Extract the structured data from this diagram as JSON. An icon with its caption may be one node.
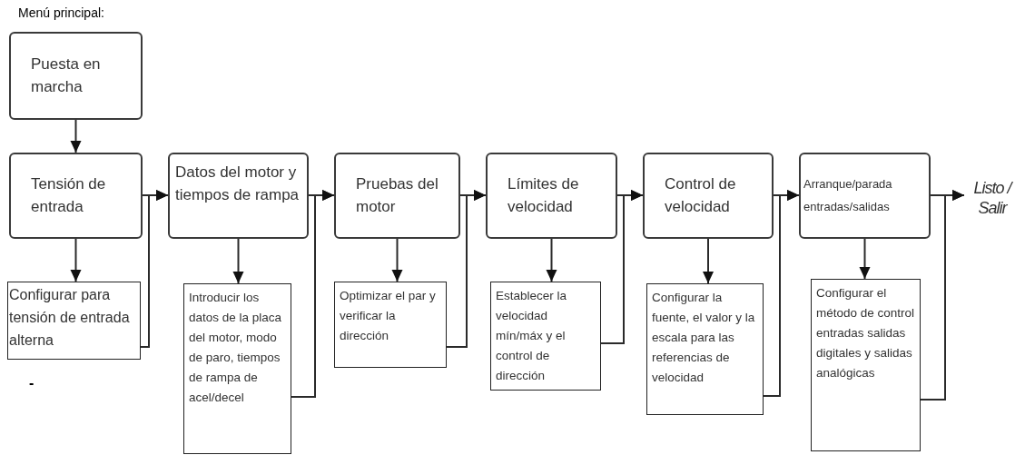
{
  "diagram": {
    "title": "Menú principal:",
    "nodes": [
      {
        "text": [
          "Puesta en marcha"
        ]
      },
      {
        "text": [
          "Tensión de entrada"
        ]
      },
      {
        "text": [
          "Configurar para tensión de entrada alterna"
        ]
      },
      {
        "text": [
          "Datos del motor y tiempos de rampa"
        ]
      },
      {
        "text": [
          "Introducir los datos de la placa del motor, modo de paro, tiempos de rampa de acel/decel"
        ]
      },
      {
        "text": [
          "Pruebas del motor"
        ]
      },
      {
        "text": [
          "Optimizar el par y verificar la dirección"
        ]
      },
      {
        "text": [
          "Límites de velocidad"
        ]
      },
      {
        "text": [
          "Establecer la velocidad mín/máx y el control de dirección"
        ]
      },
      {
        "text": [
          "Control de velocidad"
        ]
      },
      {
        "text": [
          "Configurar la fuente, el valor y la escala para las referencias de velocidad"
        ]
      },
      {
        "text": [
          "Arranque/parada entradas/salidas"
        ]
      },
      {
        "text": [
          "Configurar el método de control entradas salidas digitales y salidas analógicas"
        ]
      },
      {
        "text": [
          "Listo / Salir"
        ]
      }
    ],
    "edges": [
      {
        "from": 0,
        "to": 1,
        "arrow": "to"
      },
      {
        "from": 1,
        "to": 2,
        "arrow": "to"
      },
      {
        "from": 1,
        "to": 3,
        "arrow": "to"
      },
      {
        "from": 2,
        "to": 3,
        "arrow": "to"
      },
      {
        "from": 3,
        "to": 4,
        "arrow": "to"
      },
      {
        "from": 3,
        "to": 5,
        "arrow": "to"
      },
      {
        "from": 4,
        "to": 5,
        "arrow": "to"
      },
      {
        "from": 5,
        "to": 6,
        "arrow": "to"
      },
      {
        "from": 5,
        "to": 7,
        "arrow": "to"
      },
      {
        "from": 6,
        "to": 7,
        "arrow": "to"
      },
      {
        "from": 7,
        "to": 8,
        "arrow": "to"
      },
      {
        "from": 7,
        "to": 9,
        "arrow": "to"
      },
      {
        "from": 8,
        "to": 9,
        "arrow": "to"
      },
      {
        "from": 9,
        "to": 10,
        "arrow": "to"
      },
      {
        "from": 9,
        "to": 11,
        "arrow": "to"
      },
      {
        "from": 10,
        "to": 11,
        "arrow": "to"
      },
      {
        "from": 11,
        "to": 12,
        "arrow": "to"
      },
      {
        "from": 11,
        "to": 13,
        "arrow": "to"
      },
      {
        "from": 12,
        "to": 13,
        "arrow": "to"
      }
    ],
    "labels": [
      "-"
    ]
  }
}
